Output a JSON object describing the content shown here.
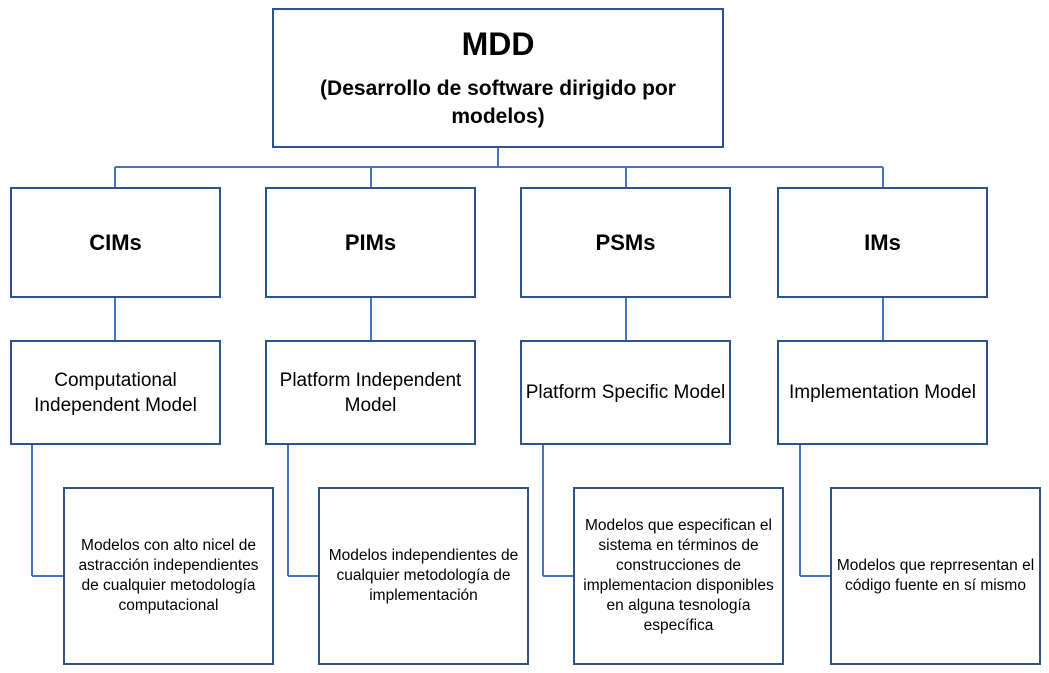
{
  "root": {
    "title": "MDD",
    "subtitle": "(Desarrollo de software dirigido por modelos)"
  },
  "branches": [
    {
      "acronym": "CIMs",
      "model": "Computational Independent Model",
      "description": "Modelos con alto nicel de astracción independientes de cualquier metodología computacional"
    },
    {
      "acronym": "PIMs",
      "model": "Platform Independent Model",
      "description": "Modelos independientes de cualquier metodología de implementación"
    },
    {
      "acronym": "PSMs",
      "model": "Platform Specific Model",
      "description": "Modelos que especifican el sistema en términos de construcciones de implementacion disponibles en alguna tesnología específica"
    },
    {
      "acronym": "IMs",
      "model": "Implementation Model",
      "description": "Modelos que reprresentan el código fuente en sí mismo"
    }
  ],
  "colors": {
    "box_border": "#2f528f",
    "connector": "#4472c4",
    "background": "#ffffff"
  }
}
